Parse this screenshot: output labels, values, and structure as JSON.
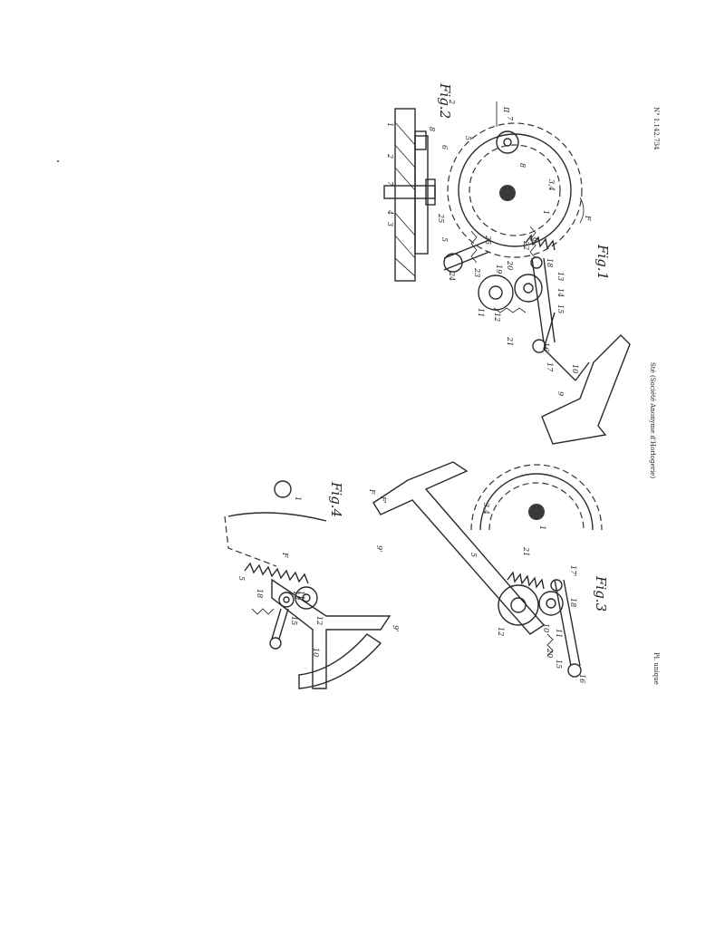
{
  "header": {
    "patent_number": "N° 1.142.734",
    "applicant": "Sté (Société Anonyme d'Horlogerie)",
    "sheet": "Pl. unique"
  },
  "figures": {
    "fig1": "Fig.1",
    "fig2": "Fig.2",
    "fig3": "Fig.3",
    "fig4": "Fig.4",
    "section_mark": "II"
  },
  "fig1_labels": [
    "1",
    "2",
    "3,4",
    "5",
    "6",
    "7",
    "8",
    "9",
    "10",
    "11",
    "12",
    "13",
    "14",
    "15",
    "16",
    "17",
    "18",
    "19",
    "20",
    "21",
    "22",
    "23",
    "24",
    "25",
    "F"
  ],
  "fig2_labels": [
    "1",
    "2",
    "3",
    "4",
    "5",
    "6",
    "7",
    "8",
    "25"
  ],
  "fig3_labels": [
    "1",
    "3,4",
    "5",
    "9'",
    "10",
    "11",
    "12",
    "15",
    "16",
    "17'",
    "18",
    "20",
    "21",
    "F",
    "F'"
  ],
  "fig4_labels": [
    "1",
    "5",
    "9'",
    "10",
    "11",
    "12",
    "15",
    "17",
    "18",
    "F"
  ]
}
